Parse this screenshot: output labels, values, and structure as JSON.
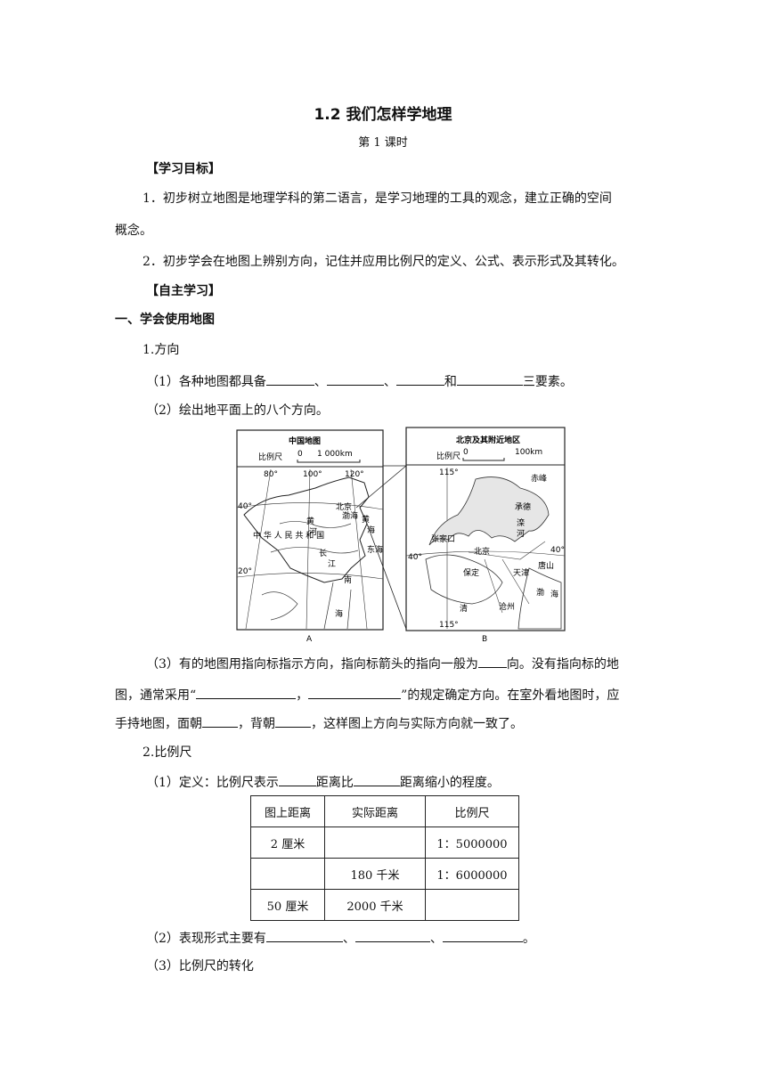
{
  "title": "1.2 我们怎样学地理",
  "subtitle": "第 1 课时",
  "goals_heading": "【学习目标】",
  "goal1_line1": "1．初步树立地图是地理学科的第二语言，是学习地理的工具的观念，建立正确的空间",
  "goal1_line2": "概念。",
  "goal2": "2．初步学会在地图上辨别方向，记住并应用比例尺的定义、公式、表示形式及其转化。",
  "self_heading": "【自主学习】",
  "section1": "一、学会使用地图",
  "sub_direction": "1.方向",
  "q1": {
    "prefix": "（1）各种地图都具备",
    "sep1": "、",
    "sep2": "、",
    "and": "和",
    "suffix": "三要素。"
  },
  "q2": "（2）绘出地平面上的八个方向。",
  "maps": {
    "a": {
      "title": "中国地图",
      "scale_label": "比例尺",
      "scale_zero": "0",
      "scale_value": "1 000km",
      "lon": [
        "80°",
        "100°",
        "120°"
      ],
      "lat": [
        "40°",
        "20°"
      ],
      "labels": [
        "中 华 人 民 共 和 国",
        "黄",
        "河",
        "长",
        "江",
        "北京",
        "渤海",
        "黄",
        "海",
        "东海",
        "南",
        "海"
      ],
      "caption": "A"
    },
    "b": {
      "title": "北京及其附近地区",
      "scale_label": "比例尺",
      "scale_zero": "0",
      "scale_value": "100km",
      "lon": [
        "115°",
        "115°"
      ],
      "lat": [
        "40°",
        "40°"
      ],
      "labels": [
        "赤峰",
        "承德",
        "滦",
        "河",
        "张家口",
        "北京",
        "天津",
        "唐山",
        "保定",
        "渤",
        "海",
        "清",
        "沧州"
      ],
      "caption": "B"
    }
  },
  "q3": {
    "l1_prefix": "（3）有的地图用指向标指示方向，指向标箭头的指向一般为",
    "l1_suffix": "向。没有指向标的地",
    "l2_prefix": "图，通常采用“",
    "l2_mid": "，",
    "l2_suffix": "”的规定确定方向。在室外看地图时，应",
    "l3_prefix": "手持地图，面朝",
    "l3_mid": "，背朝",
    "l3_suffix": "，这样图上方向与实际方向就一致了。"
  },
  "sub_scale": "2.比例尺",
  "def": {
    "prefix": "（1）定义：比例尺表示",
    "mid": "距离比",
    "suffix": "距离缩小的程度。"
  },
  "table": {
    "headers": [
      "图上距离",
      "实际距离",
      "比例尺"
    ],
    "rows": [
      [
        "2 厘米",
        "",
        "1：5000000"
      ],
      [
        "",
        "180 千米",
        "1：6000000"
      ],
      [
        "50 厘米",
        "2000 千米",
        ""
      ]
    ]
  },
  "forms": {
    "prefix": "（2）表现形式主要有",
    "sep1": "、",
    "sep2": "、",
    "suffix": "。"
  },
  "conversion": "（3）比例尺的转化"
}
